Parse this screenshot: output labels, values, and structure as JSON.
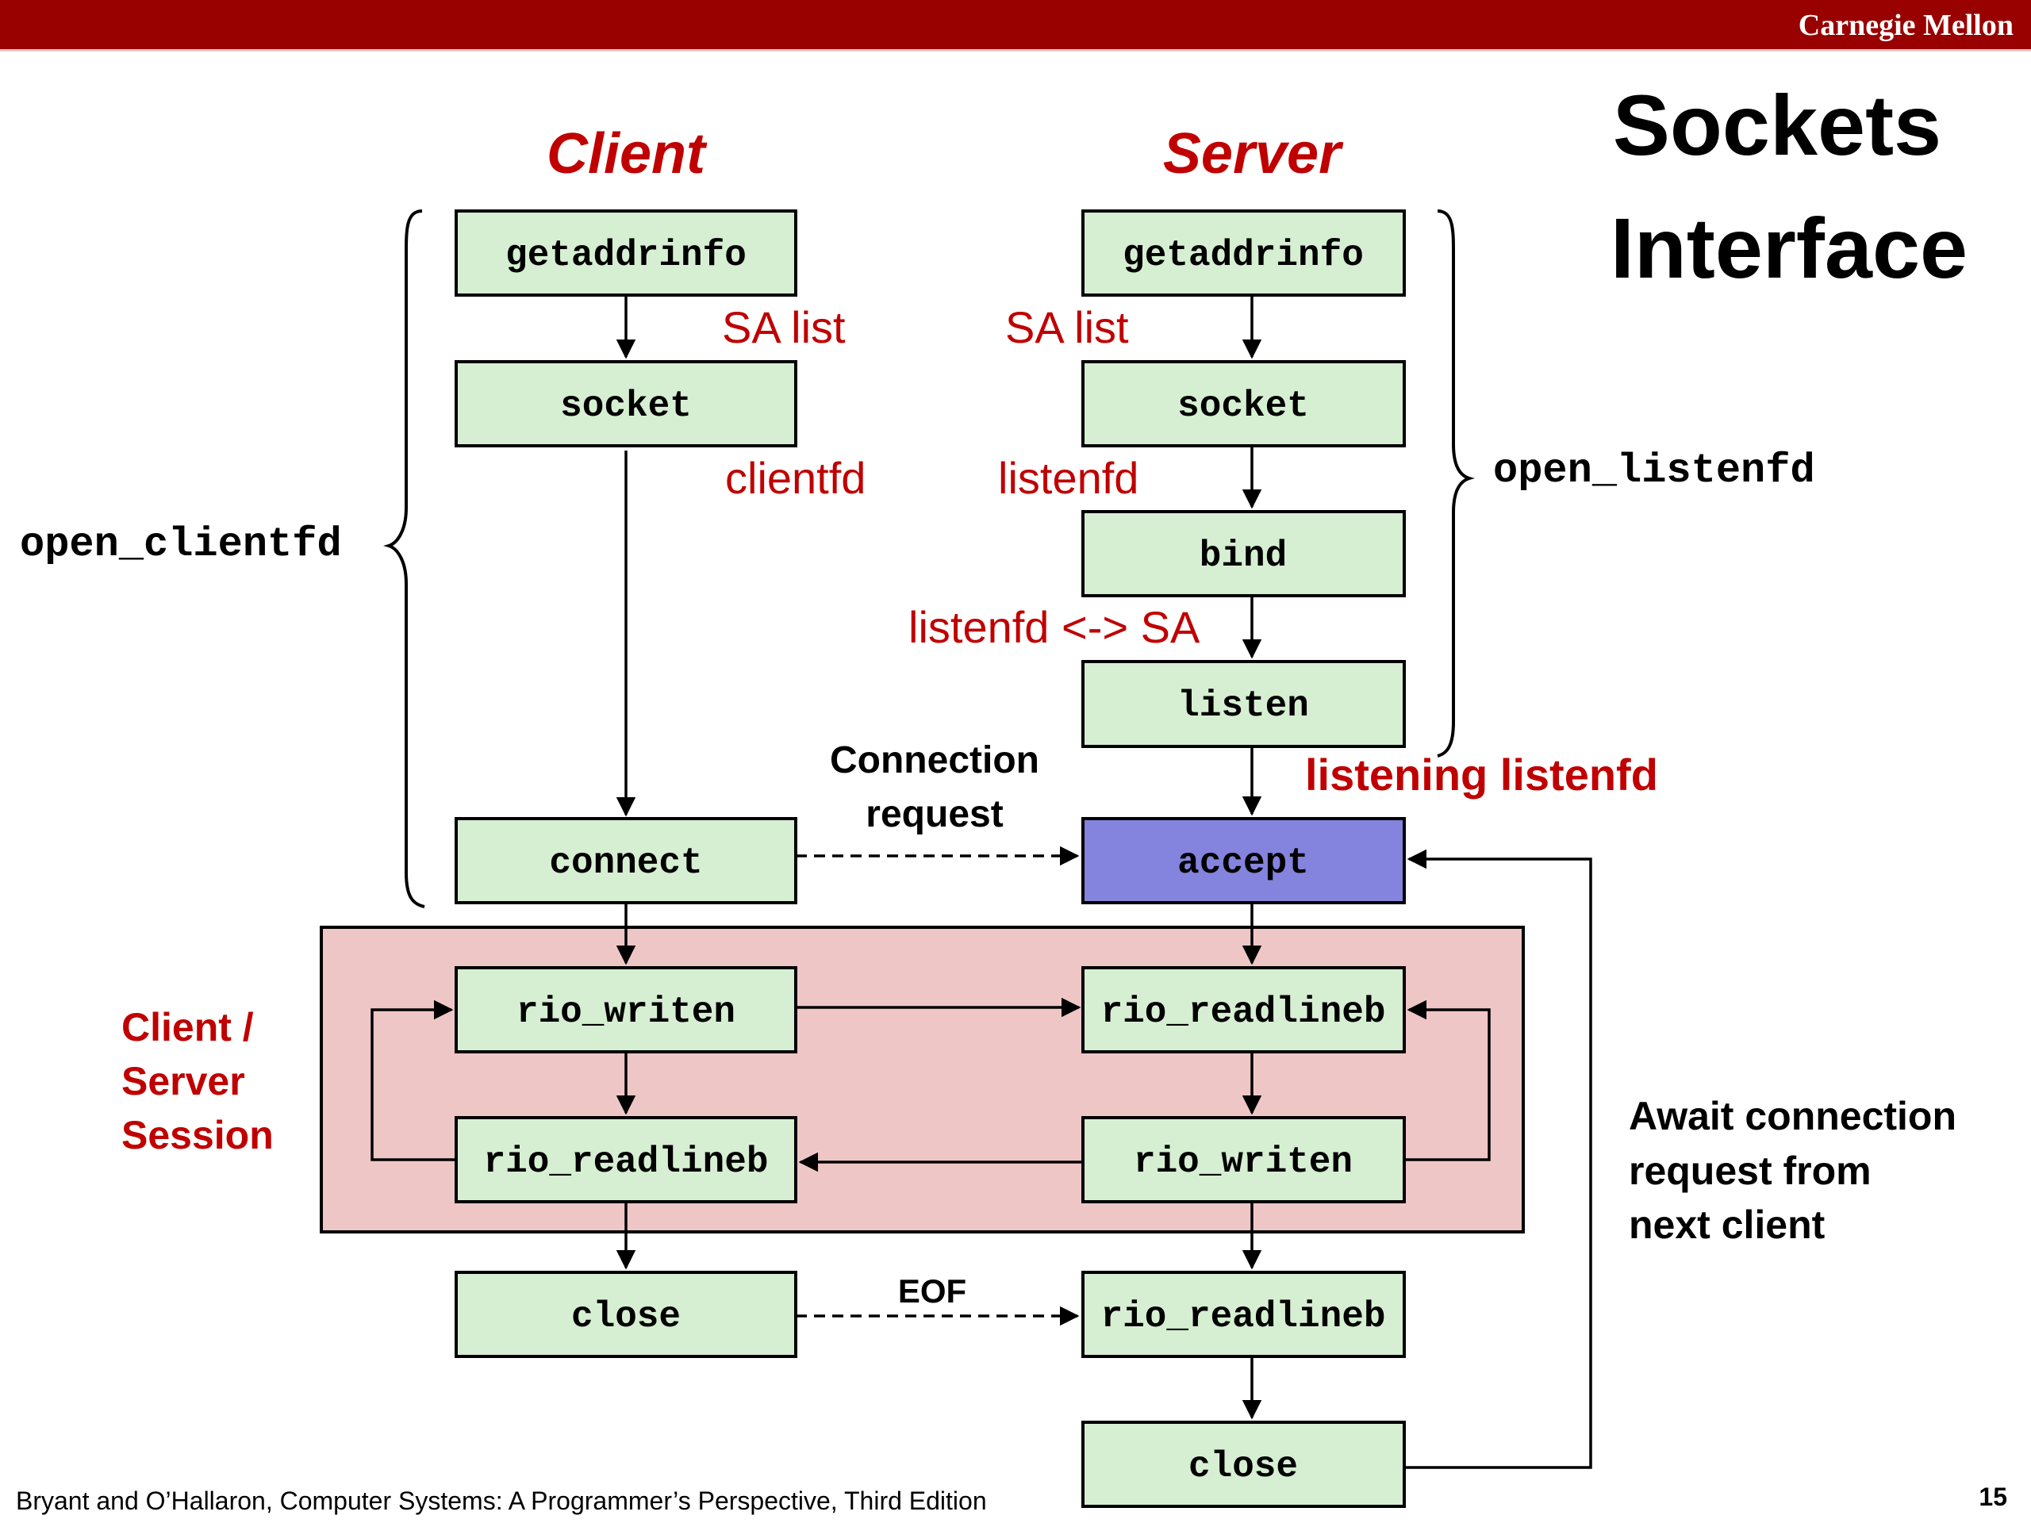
{
  "header": {
    "institution": "Carnegie Mellon",
    "bar_color": "#990000"
  },
  "title": {
    "line1": "Sockets",
    "line2": "Interface"
  },
  "columns": {
    "client": "Client",
    "server": "Server"
  },
  "colors": {
    "accent_red": "#c00000",
    "box_fill": "#d6efd2",
    "accept_fill": "#8484de",
    "session_fill": "#efc6c6",
    "stroke": "#000000"
  },
  "client_boxes": {
    "getaddrinfo": "getaddrinfo",
    "socket": "socket",
    "connect": "connect",
    "rio_writen": "rio_writen",
    "rio_readlineb": "rio_readlineb",
    "close": "close"
  },
  "server_boxes": {
    "getaddrinfo": "getaddrinfo",
    "socket": "socket",
    "bind": "bind",
    "listen": "listen",
    "accept": "accept",
    "rio_readlineb": "rio_readlineb",
    "rio_writen": "rio_writen",
    "rio_readlineb_eof": "rio_readlineb",
    "close": "close"
  },
  "annotations": {
    "client_sa_list": "SA list",
    "server_sa_list": "SA list",
    "clientfd": "clientfd",
    "listenfd": "listenfd",
    "listenfd_sa": "listenfd <-> SA",
    "listening_listenfd": "listening listenfd",
    "connection_request_line1": "Connection",
    "connection_request_line2": "request",
    "eof": "EOF"
  },
  "brace_labels": {
    "open_clientfd": "open_clientfd",
    "open_listenfd": "open_listenfd"
  },
  "session_label": {
    "line1": "Client /",
    "line2": "Server",
    "line3": "Session"
  },
  "await_note": {
    "line1": "Await connection",
    "line2": "request from",
    "line3": "next client"
  },
  "footer": {
    "citation": "Bryant and O’Hallaron, Computer Systems: A Programmer’s Perspective, Third Edition",
    "page_number": "15"
  }
}
